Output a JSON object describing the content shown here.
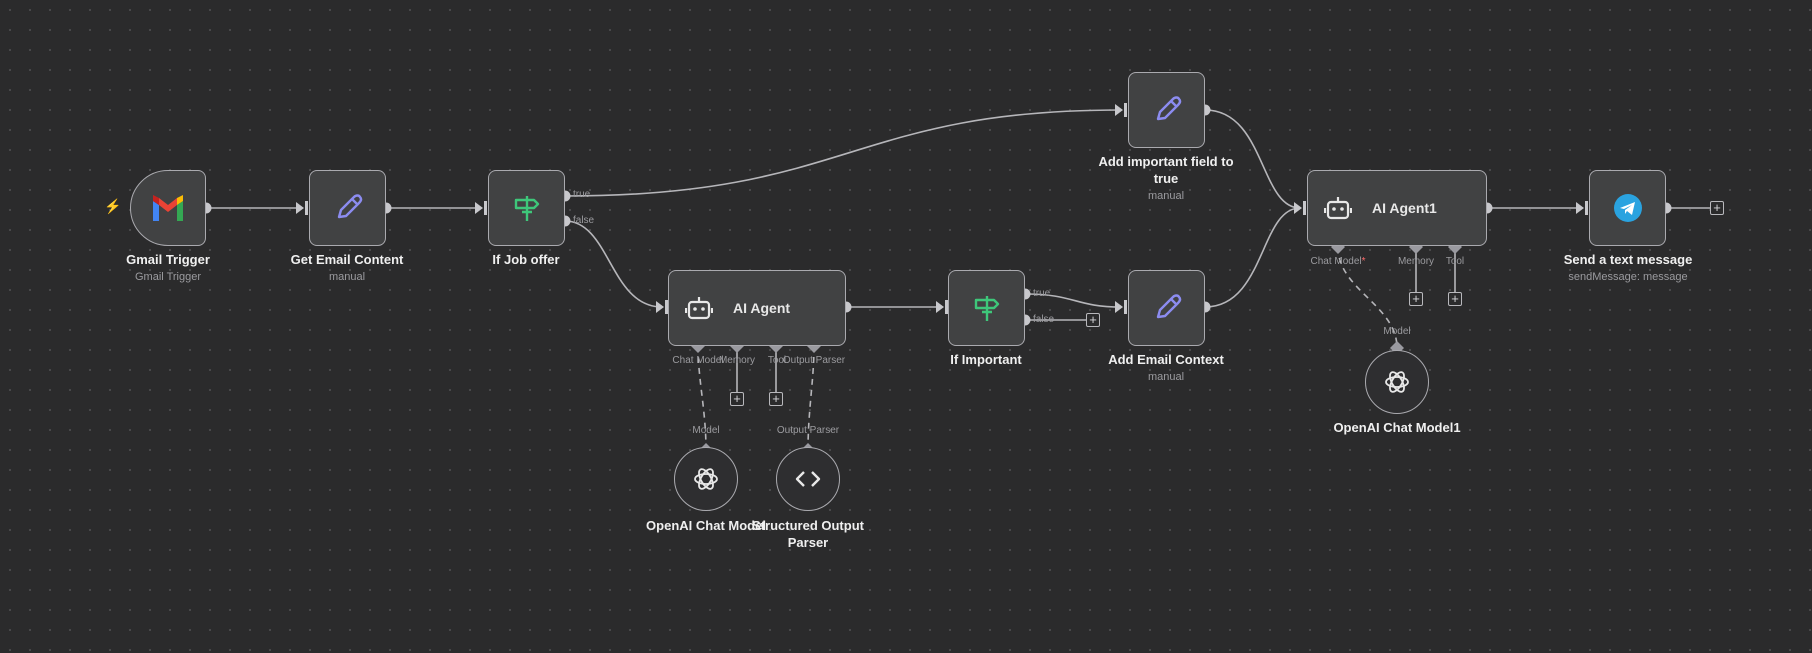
{
  "canvas": {
    "background": "#2b2b2c",
    "dot_color": "#4a4a4c",
    "edge_color": "#b6b6ba"
  },
  "nodes": {
    "gmail_trigger": {
      "title": "Gmail Trigger",
      "subtitle": "Gmail Trigger",
      "icon": "gmail-icon"
    },
    "get_email_content": {
      "title": "Get Email Content",
      "subtitle": "manual",
      "icon": "pencil-icon"
    },
    "if_job_offer": {
      "title": "If Job offer",
      "icon": "signpost-icon",
      "out_true": "true",
      "out_false": "false"
    },
    "ai_agent": {
      "title": "AI Agent",
      "icon": "robot-icon",
      "ports": {
        "chat_model": "Chat Model",
        "memory": "Memory",
        "tool": "Tool",
        "output_parser": "Output Parser"
      }
    },
    "if_important": {
      "title": "If Important",
      "icon": "signpost-icon",
      "out_true": "true",
      "out_false": "false"
    },
    "add_important_field": {
      "title_line1": "Add important field to",
      "title_line2": "true",
      "subtitle": "manual",
      "icon": "pencil-icon"
    },
    "add_email_context": {
      "title": "Add Email Context",
      "subtitle": "manual",
      "icon": "pencil-icon"
    },
    "ai_agent1": {
      "title": "AI Agent1",
      "icon": "robot-icon",
      "ports": {
        "chat_model": "Chat Model",
        "required_mark": "*",
        "memory": "Memory",
        "tool": "Tool"
      }
    },
    "send_text_message": {
      "title": "Send a text message",
      "subtitle": "sendMessage: message",
      "icon": "telegram-icon"
    },
    "openai_chat_model": {
      "title": "OpenAI Chat Model",
      "port": "Model",
      "icon": "openai-icon"
    },
    "structured_output_parser": {
      "title_line1": "Structured Output",
      "title_line2": "Parser",
      "port": "Output Parser",
      "icon": "code-brackets-icon"
    },
    "openai_chat_model1": {
      "title": "OpenAI Chat Model1",
      "port": "Model",
      "icon": "openai-icon"
    }
  },
  "add_button_glyph": "+",
  "trigger_glyph": "⚡",
  "colors": {
    "node_bg": "#414243",
    "node_border": "#aaaaaf",
    "pencil": "#8c8cf0",
    "signpost": "#3ec77a",
    "telegram": "#2aa3e0",
    "trigger_bolt": "#ff5a5a"
  }
}
